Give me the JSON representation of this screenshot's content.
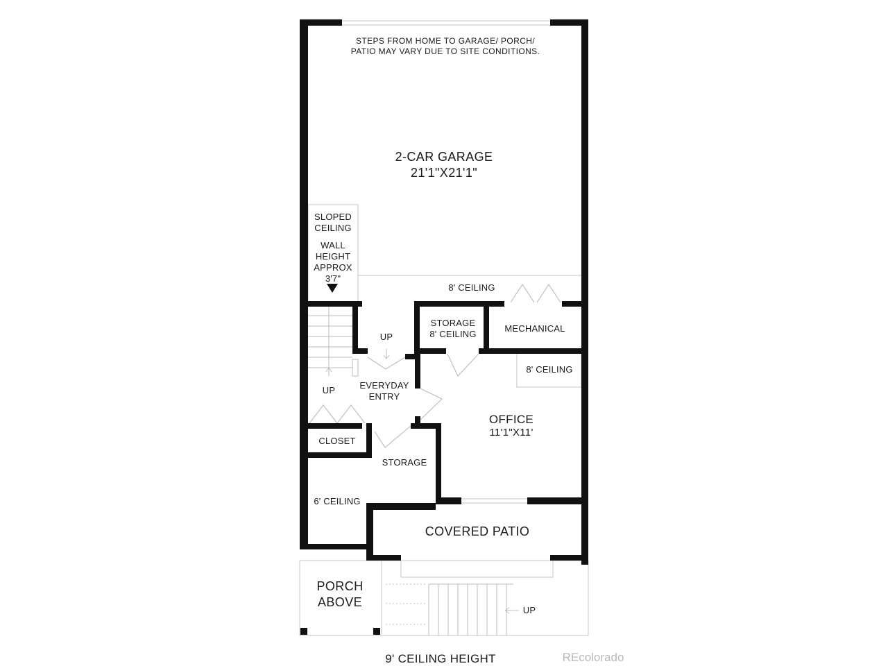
{
  "notes": {
    "site_line1": "STEPS FROM HOME TO GARAGE/ PORCH/",
    "site_line2": "PATIO MAY VARY DUE TO SITE CONDITIONS."
  },
  "rooms": {
    "garage": {
      "name": "2-CAR GARAGE",
      "size": "21'1\"X21'1\""
    },
    "office": {
      "name": "OFFICE",
      "size": "11'1\"X11'"
    },
    "covered_patio": {
      "name": "COVERED PATIO"
    },
    "mechanical": {
      "name": "MECHANICAL"
    },
    "storage_upper": {
      "line1": "STORAGE",
      "line2": "8' CEILING"
    },
    "storage_lower": {
      "name": "STORAGE"
    },
    "closet": {
      "name": "CLOSET"
    },
    "everyday_entry": {
      "line1": "EVERYDAY",
      "line2": "ENTRY"
    },
    "porch": {
      "line1": "PORCH",
      "line2": "ABOVE"
    }
  },
  "sloped": {
    "line1": "SLOPED",
    "line2": "CEILING",
    "line3": "WALL",
    "line4": "HEIGHT",
    "line5": "APPROX",
    "line6": "3'7\""
  },
  "ceilings": {
    "garage_8": "8' CEILING",
    "office_8": "8' CEILING",
    "six": "6' CEILING"
  },
  "stairs": {
    "up_entry": "UP",
    "up_left": "UP",
    "up_porch": "UP"
  },
  "footer": {
    "ceiling_height": "9' CEILING HEIGHT",
    "watermark": "REcolorado"
  }
}
